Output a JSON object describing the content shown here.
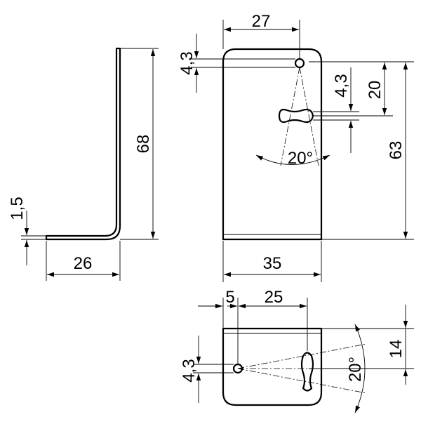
{
  "side_view": {
    "height_label": "68",
    "base_length_label": "26",
    "thickness_label": "1,5"
  },
  "front_view": {
    "hole_offset_label": "27",
    "hole_diameter_label": "4,3",
    "slot_width_label": "4,3",
    "slot_position_label": "20",
    "total_height_label": "63",
    "width_label": "35",
    "angle_label": "20°"
  },
  "bottom_view": {
    "hole_x_label": "5",
    "slot_x_label": "25",
    "hole_diameter_label": "4,3",
    "depth_label": "14",
    "angle_label": "20°"
  }
}
